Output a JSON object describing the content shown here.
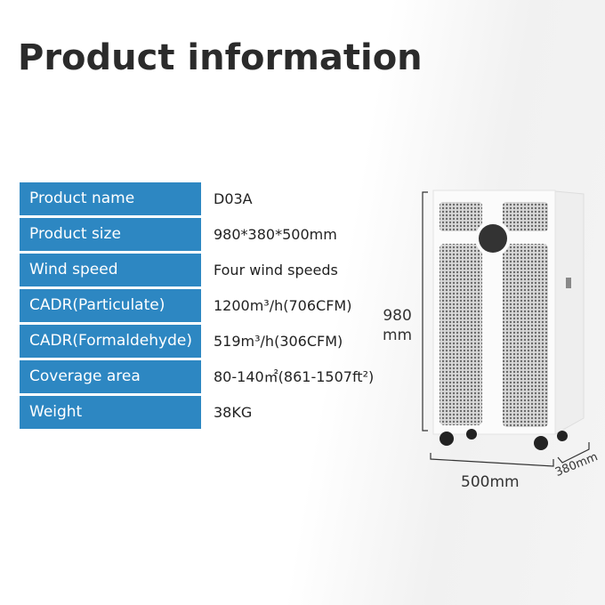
{
  "title": "Product information",
  "specs": [
    {
      "label": "Product name",
      "value": "D03A"
    },
    {
      "label": "Product size",
      "value": "980*380*500mm"
    },
    {
      "label": "Wind speed",
      "value": "Four wind speeds"
    },
    {
      "label": "CADR(Particulate)",
      "value": "1200m³/h(706CFM)"
    },
    {
      "label": "CADR(Formaldehyde)",
      "value": "519m³/h(306CFM)"
    },
    {
      "label": "Coverage area",
      "value": "80-140㎡(861-1507ft²)"
    },
    {
      "label": "Weight",
      "value": "38KG"
    }
  ],
  "dimensions": {
    "height_value": "980",
    "height_unit": "mm",
    "width": "500mm",
    "depth": "380mm"
  },
  "colors": {
    "label_bg": "#2d87c2"
  }
}
